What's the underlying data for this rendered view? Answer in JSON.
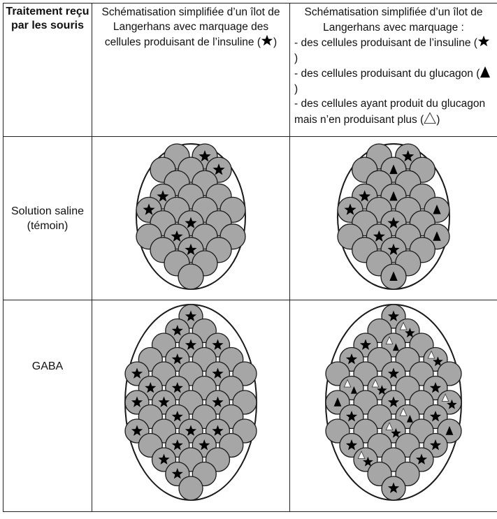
{
  "headers": {
    "col1": "Traitement reçu par les souris",
    "col2_text": "Schématisation simplifiée d’un îlot de Langerhans avec marquage des cellules produisant de l’insuline",
    "col3_intro": "Schématisation simplifiée d’un îlot de Langerhans avec marquage :",
    "col3_items": [
      "- des cellules produisant de l’insuline",
      "- des cellules produisant du glucagon",
      "- des cellules ayant produit du glucagon mais n’en produisant plus"
    ]
  },
  "rows": [
    {
      "treatment": "Solution saline (témoin)"
    },
    {
      "treatment": "GABA"
    }
  ],
  "legend_symbols": {
    "insulin": "filled-star-icon",
    "glucagon": "filled-triangle-icon",
    "former_glucagon": "hollow-triangle-icon"
  },
  "colors": {
    "cell_fill": "#a6a6a6",
    "cell_stroke": "#1a1a1a",
    "marker": "#000000"
  }
}
